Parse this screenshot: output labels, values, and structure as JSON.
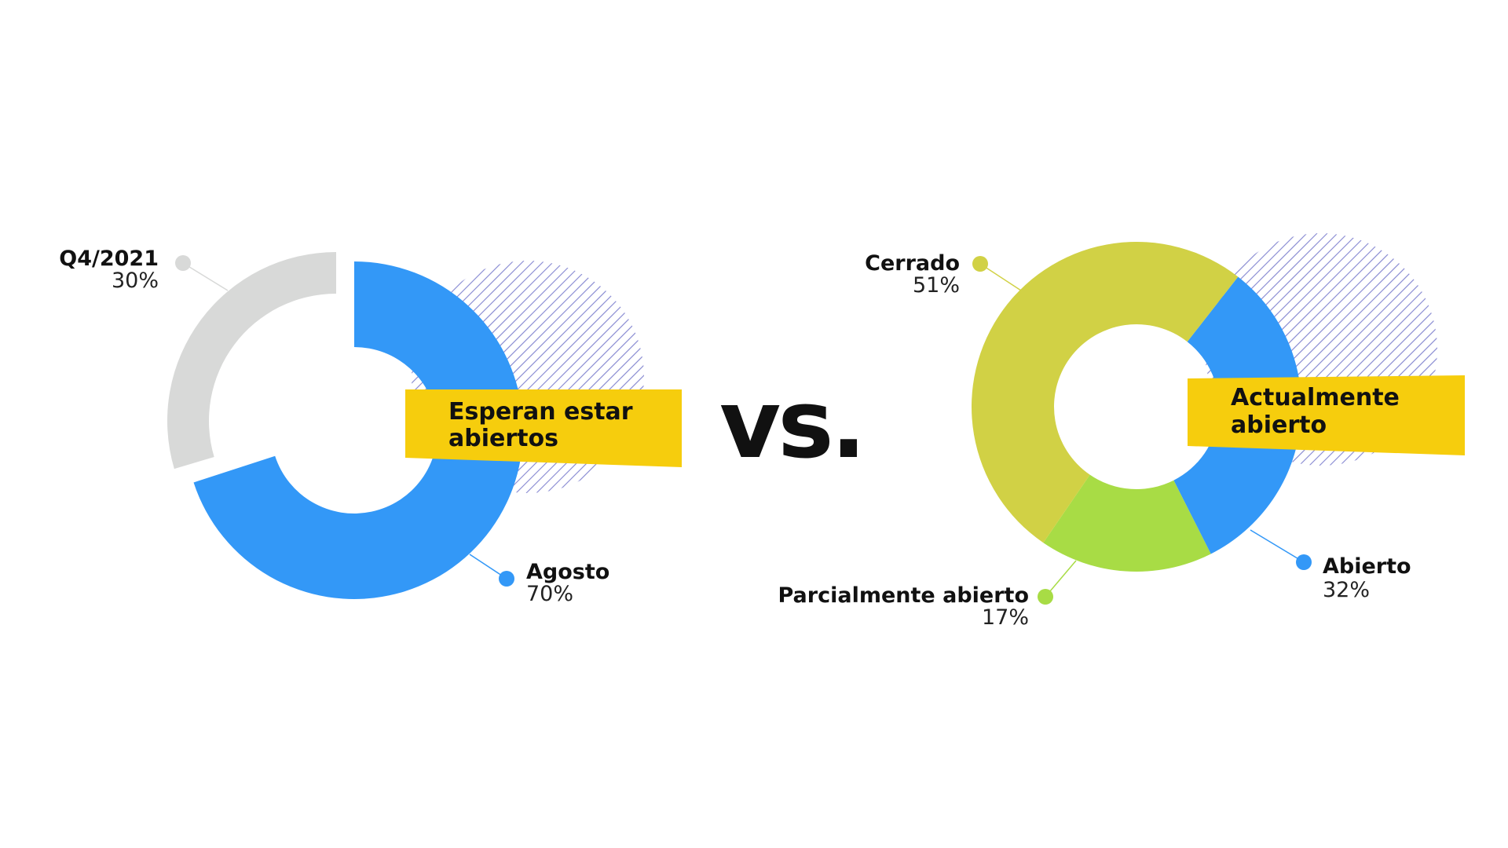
{
  "colors": {
    "blue": "#3398f7",
    "gray": "#d8d9d8",
    "olive": "#d1d145",
    "lime": "#a8dc45",
    "banner": "#f6cd0d",
    "hatch": "#8d8fd4",
    "text": "#111111"
  },
  "vs_label": "vs.",
  "chart_data": [
    {
      "type": "pie",
      "variant": "donut",
      "title": "Esperan estar abiertos",
      "title_lines": [
        "Esperan estar",
        "abiertos"
      ],
      "slices": [
        {
          "label": "Agosto",
          "value": 70,
          "display": "70%",
          "color": "#3398f7",
          "exploded": false
        },
        {
          "label": "Q4/2021",
          "value": 30,
          "display": "30%",
          "color": "#d8d9d8",
          "exploded": true
        }
      ]
    },
    {
      "type": "pie",
      "variant": "donut",
      "title": "Actualmente abierto",
      "title_lines": [
        "Actualmente",
        "abierto"
      ],
      "slices": [
        {
          "label": "Abierto",
          "value": 32,
          "display": "32%",
          "color": "#3398f7"
        },
        {
          "label": "Parcialmente abierto",
          "value": 17,
          "display": "17%",
          "color": "#a8dc45"
        },
        {
          "label": "Cerrado",
          "value": 51,
          "display": "51%",
          "color": "#d1d145"
        }
      ]
    }
  ]
}
